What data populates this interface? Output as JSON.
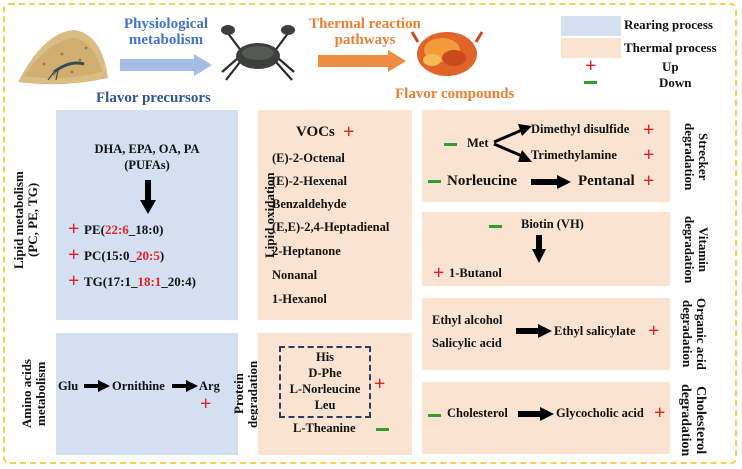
{
  "header": {
    "physiological": "Physiological\nmetabolism",
    "thermal": "Thermal reaction\npathways",
    "flavor_precursors": "Flavor precursors",
    "flavor_compounds": "Flavor compounds"
  },
  "legend": {
    "rearing": "Rearing process",
    "thermal": "Thermal process",
    "up": "Up",
    "down": "Down"
  },
  "lipid": {
    "side_label": "Lipid metabolism\n(PC, PE, TG)",
    "pufa_line1": "DHA, EPA, OA, PA",
    "pufa_line2": "(PUFAs)",
    "pe_a": "PE(",
    "pe_b": "22:6",
    "pe_c": "_18:0)",
    "pc_a": "PC(15:0_",
    "pc_b": "20:5",
    "pc_c": ")",
    "tg_a": "TG(17:1_",
    "tg_b": "18:1",
    "tg_c": "_20:4)"
  },
  "amino": {
    "side_label": "Amino acids\nmetabolism",
    "glu": "Glu",
    "ornithine": "Ornithine",
    "arg": "Arg"
  },
  "lipid_oxidation": {
    "side_label": "Lipid oxidation",
    "vocs": "VOCs",
    "items": [
      "(E)-2-Octenal",
      "(E)-2-Hexenal",
      "Benzaldehyde",
      "(E,E)-2,4-Heptadienal",
      "2-Heptanone",
      "Nonanal",
      "1-Hexanol"
    ]
  },
  "protein": {
    "side_label": "Protein\ndegradation",
    "items": [
      "His",
      "D-Phe",
      "L-Norleucine",
      "Leu"
    ],
    "theanine": "L-Theanine"
  },
  "strecker": {
    "side_label": "Strecker\ndegradation",
    "met": "Met",
    "dimethyl": "Dimethyl disulfide",
    "trimethylamine": "Trimethylamine",
    "norleucine": "Norleucine",
    "pentanal": "Pentanal"
  },
  "vitamin": {
    "side_label": "Vitamin\ndegradation",
    "biotin": "Biotin (VH)",
    "butanol": "1-Butanol"
  },
  "organic": {
    "side_label": "Organic acid\ndegradation",
    "ethyl_alcohol": "Ethyl alcohol",
    "salicylic": "Salicylic acid",
    "ethyl_salicylate": "Ethyl salicylate"
  },
  "cholesterol": {
    "side_label": "Cholesterol\ndegradation",
    "cholesterol": "Cholesterol",
    "glycocholic": "Glycocholic acid"
  },
  "colors": {
    "rearing": "#d4dff1",
    "thermal": "#fbe3d2",
    "up": "#e62020",
    "down": "#2da02d",
    "frame": "#f5cf52",
    "header_blue": "#4472c4",
    "header_orange": "#ed7d31"
  }
}
